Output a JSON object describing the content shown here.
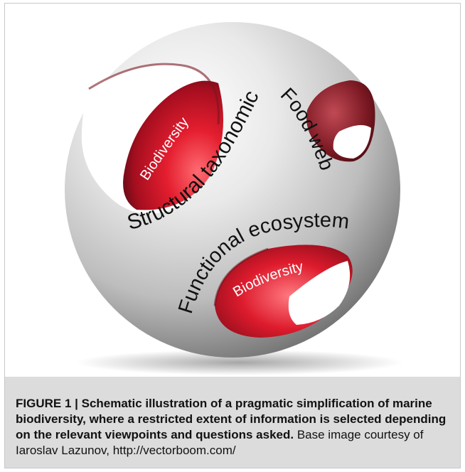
{
  "figure": {
    "labels": {
      "biodiversity_top": "Biodiversity",
      "structural_taxonomic": "Structural taxonomic",
      "food_web": "Food web",
      "functional_ecosystem": "Functional ecosystem",
      "biodiversity_bottom": "Biodiversity"
    },
    "colors": {
      "sphere_light": "#f4f4f4",
      "sphere_dark": "#6e6e6e",
      "hole_red": "#d3142a",
      "hole_dark_red": "#5a0b14",
      "caption_bg": "#dcdcdc"
    }
  },
  "caption": {
    "bold_text": "FIGURE 1 | Schematic illustration of a pragmatic simplification of marine biodiversity, where a restricted extent of information is selected depending on the relevant viewpoints and questions asked.",
    "normal_text": "Base image courtesy of Iaroslav Lazunov, http://vectorboom.com/"
  }
}
